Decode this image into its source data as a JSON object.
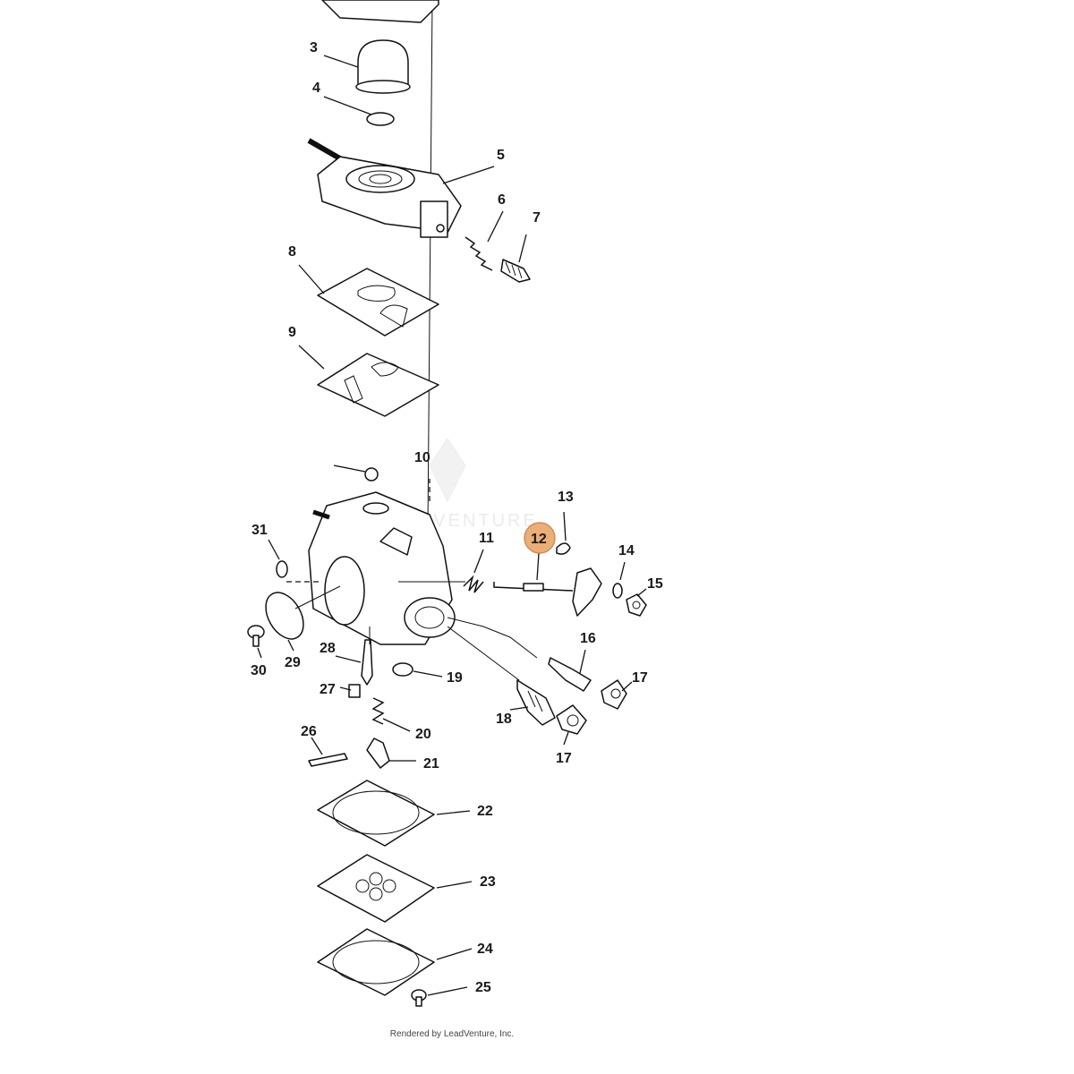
{
  "watermark": "LEADVENTURE",
  "footer_text": "Rendered by LeadVenture, Inc.",
  "highlight_color": "#e8a060",
  "parts": [
    {
      "label": "3",
      "highlighted": false
    },
    {
      "label": "4",
      "highlighted": false
    },
    {
      "label": "5",
      "highlighted": false
    },
    {
      "label": "6",
      "highlighted": false
    },
    {
      "label": "7",
      "highlighted": false
    },
    {
      "label": "8",
      "highlighted": false
    },
    {
      "label": "9",
      "highlighted": false
    },
    {
      "label": "10",
      "highlighted": false
    },
    {
      "label": "11",
      "highlighted": false
    },
    {
      "label": "12",
      "highlighted": true
    },
    {
      "label": "13",
      "highlighted": false
    },
    {
      "label": "14",
      "highlighted": false
    },
    {
      "label": "15",
      "highlighted": false
    },
    {
      "label": "16",
      "highlighted": false
    },
    {
      "label": "17",
      "highlighted": false
    },
    {
      "label": "17",
      "highlighted": false
    },
    {
      "label": "18",
      "highlighted": false
    },
    {
      "label": "19",
      "highlighted": false
    },
    {
      "label": "20",
      "highlighted": false
    },
    {
      "label": "21",
      "highlighted": false
    },
    {
      "label": "22",
      "highlighted": false
    },
    {
      "label": "23",
      "highlighted": false
    },
    {
      "label": "24",
      "highlighted": false
    },
    {
      "label": "25",
      "highlighted": false
    },
    {
      "label": "26",
      "highlighted": false
    },
    {
      "label": "27",
      "highlighted": false
    },
    {
      "label": "28",
      "highlighted": false
    },
    {
      "label": "29",
      "highlighted": false
    },
    {
      "label": "30",
      "highlighted": false
    },
    {
      "label": "31",
      "highlighted": false
    }
  ]
}
